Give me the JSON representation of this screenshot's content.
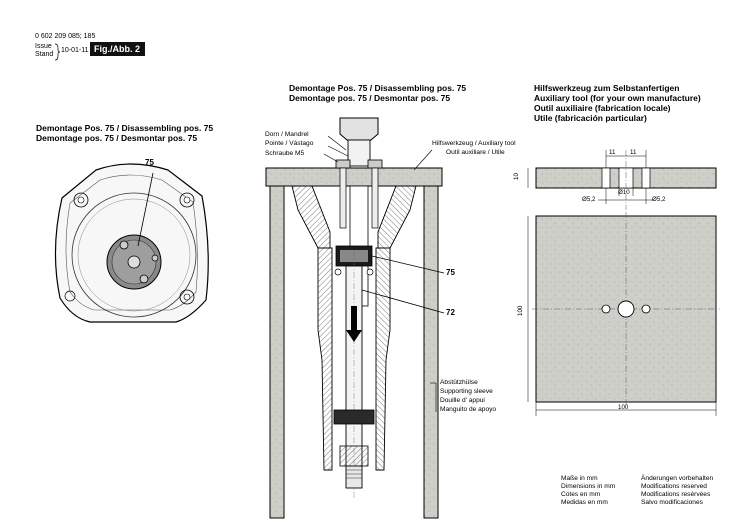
{
  "header": {
    "doc_number": "0 602 209 085; 185",
    "issue_label": "Issue",
    "stand_label": "Stand",
    "issue_date": "10-01-11",
    "fig_label": "Fig./Abb. 2"
  },
  "left_view": {
    "title_line1": "Demontage Pos. 75 / Disassembling pos. 75",
    "title_line2": "Demontage pos. 75 / Desmontar pos. 75",
    "callout": "75"
  },
  "center_view": {
    "title_line1": "Demontage Pos. 75 / Disassembling pos. 75",
    "title_line2": "Demontage pos. 75 / Desmontar pos. 75",
    "label_mandrel": "Dorn / Mandrel",
    "label_pointe": "Pointe / Vástago",
    "label_screw": "Schraube M5",
    "label_aux_tool_1": "Hilfswerkzeug / Auxiliary tool",
    "label_aux_tool_2": "Outil auxiliare / Utile",
    "callout_75": "75",
    "callout_72": "72",
    "sleeve_1": "Abstützhülse",
    "sleeve_2": "Supporting sleeve",
    "sleeve_3": "Douille d' appui",
    "sleeve_4": "Manguito de apoyo"
  },
  "right_view": {
    "title_line1": "Hilfswerkzeug zum Selbstanfertigen",
    "title_line2": "Auxiliary tool (for your own manufacture)",
    "title_line3": "Outil auxiliaire (fabrication locale)",
    "title_line4": "Utile (fabricación particular)",
    "dim_11a": "11",
    "dim_11b": "11",
    "dim_10": "10",
    "dim_phi10": "Ø10",
    "dim_phi52a": "Ø5,2",
    "dim_phi52b": "Ø5,2",
    "dim_100_side": "100",
    "dim_100_bottom": "100"
  },
  "footer": {
    "units_de": "Maße in mm",
    "units_en": "Dimensions in mm",
    "units_fr": "Cotes en mm",
    "units_es": "Medidas en mm",
    "rights_de": "Änderungen vorbehalten",
    "rights_en": "Modifications reserved",
    "rights_fr": "Modifications resérvées",
    "rights_es": "Salvo modificaciones"
  }
}
